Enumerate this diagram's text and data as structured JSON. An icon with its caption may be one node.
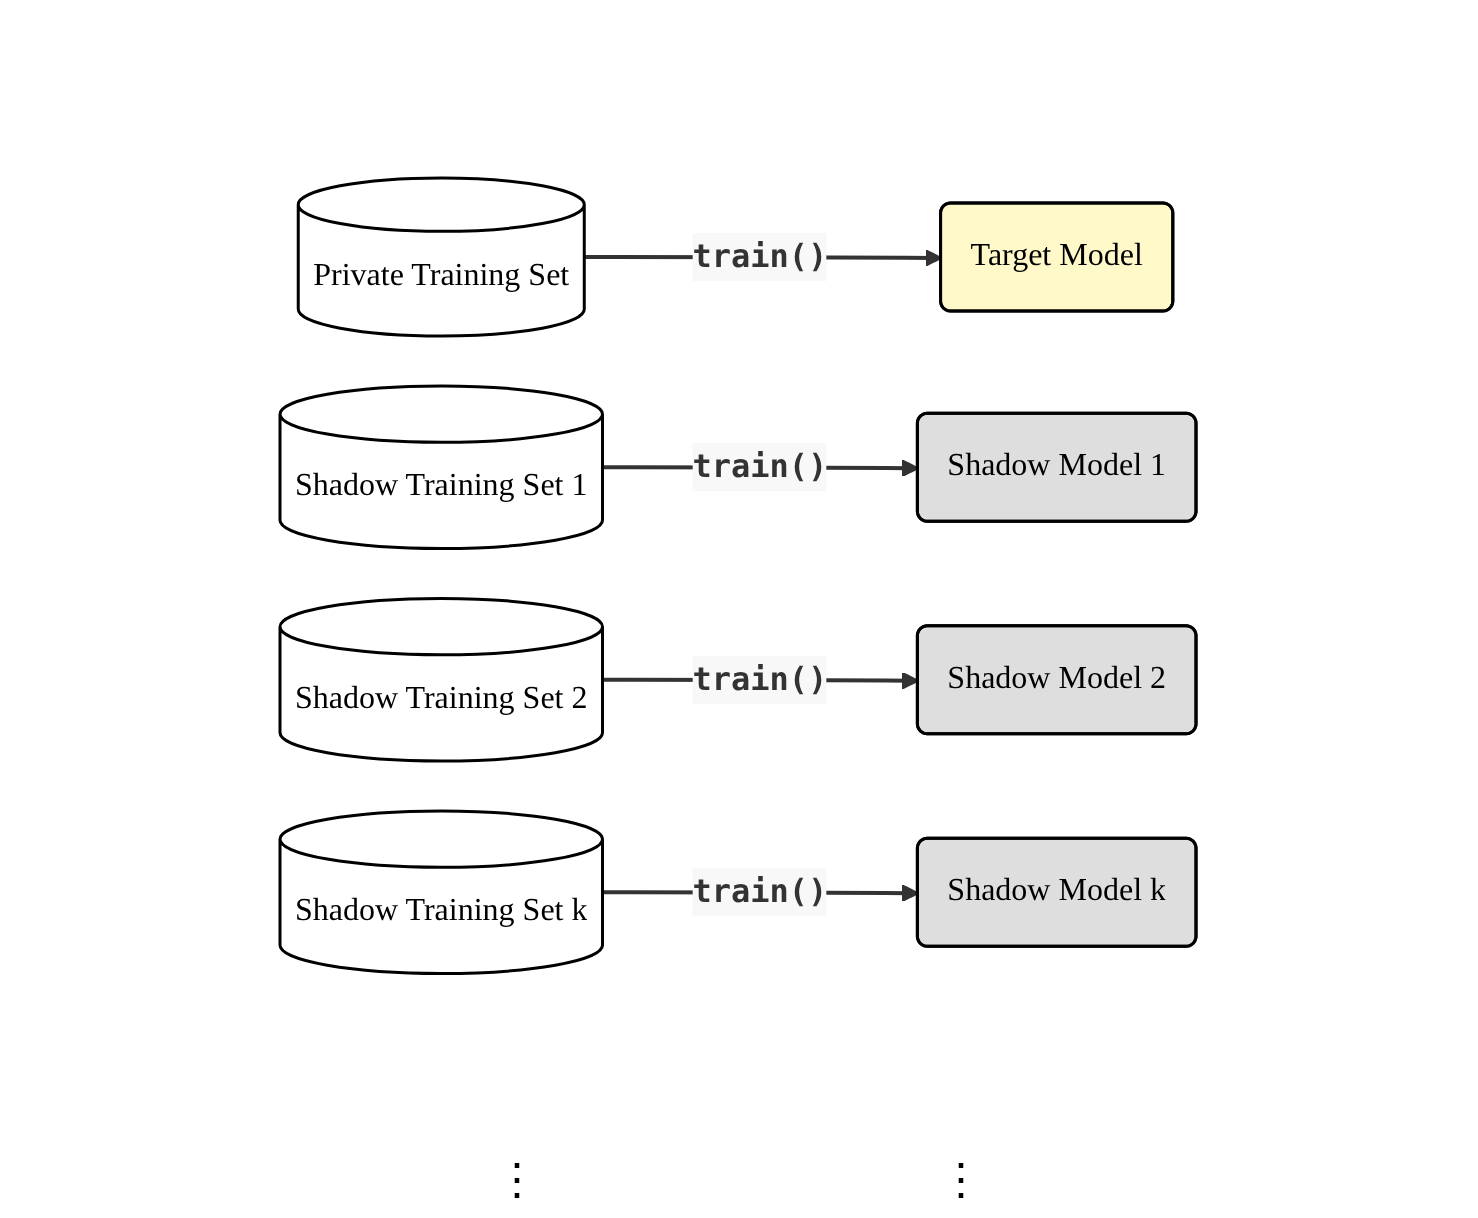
{
  "diagram": {
    "nodes": [
      {
        "text": [
          "Private Training Set"
        ]
      },
      {
        "text": [
          "Target Model"
        ]
      },
      {
        "text": [
          "Shadow Training Set 1"
        ]
      },
      {
        "text": [
          "Shadow Model 1"
        ]
      },
      {
        "text": [
          "Shadow Training Set 2"
        ]
      },
      {
        "text": [
          "Shadow Model 2"
        ]
      },
      {
        "text": [
          "Shadow Training Set k"
        ]
      },
      {
        "text": [
          "Shadow Model k"
        ]
      }
    ],
    "edges": [
      {
        "from": 0,
        "to": 1,
        "arrow": "to",
        "label": "train()"
      },
      {
        "from": 2,
        "to": 3,
        "arrow": "to",
        "label": "train()"
      },
      {
        "from": 4,
        "to": 5,
        "arrow": "to",
        "label": "train()"
      },
      {
        "from": 6,
        "to": 7,
        "arrow": "to",
        "label": "train()"
      }
    ],
    "labels": [
      "⋮",
      "⋮"
    ]
  }
}
